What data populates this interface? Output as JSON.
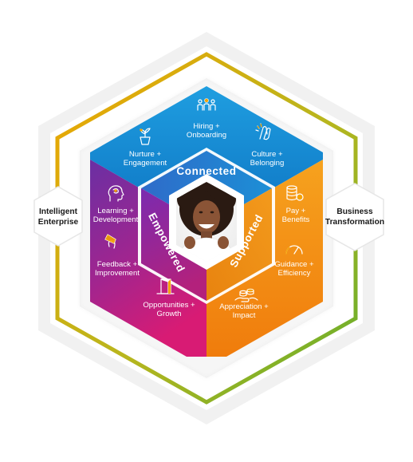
{
  "side_labels": {
    "left": [
      "Intelligent",
      "Enterprise"
    ],
    "right": [
      "Business",
      "Transformation"
    ]
  },
  "pillars": {
    "top": "Connected",
    "left": "Empowered",
    "right": "Supported"
  },
  "items": {
    "hiring": [
      "Hiring +",
      "Onboarding"
    ],
    "nurture": [
      "Nurture +",
      "Engagement"
    ],
    "culture": [
      "Culture +",
      "Belonging"
    ],
    "learning": [
      "Learning +",
      "Development"
    ],
    "feedback": [
      "Feedback +",
      "Improvement"
    ],
    "opportunities": [
      "Opportunities +",
      "Growth"
    ],
    "pay": [
      "Pay +",
      "Benefits"
    ],
    "guidance": [
      "Guidance +",
      "Efficiency"
    ],
    "appreciation": [
      "Appreciation +",
      "Impact"
    ]
  },
  "colors": {
    "connected": "#1a8fd0",
    "empowered": "#8e2a9e",
    "supported": "#f7961d",
    "outer_ring_start": "#f0a500",
    "outer_ring_end": "#6cb42c"
  },
  "icons": {
    "hiring": "people-group-icon",
    "nurture": "plant-pot-icon",
    "culture": "clapping-hands-icon",
    "learning": "head-brain-icon",
    "feedback": "hand-megaphone-icon",
    "opportunities": "door-icon",
    "pay": "coin-stack-icon",
    "guidance": "gauge-icon",
    "appreciation": "hands-coins-icon"
  }
}
